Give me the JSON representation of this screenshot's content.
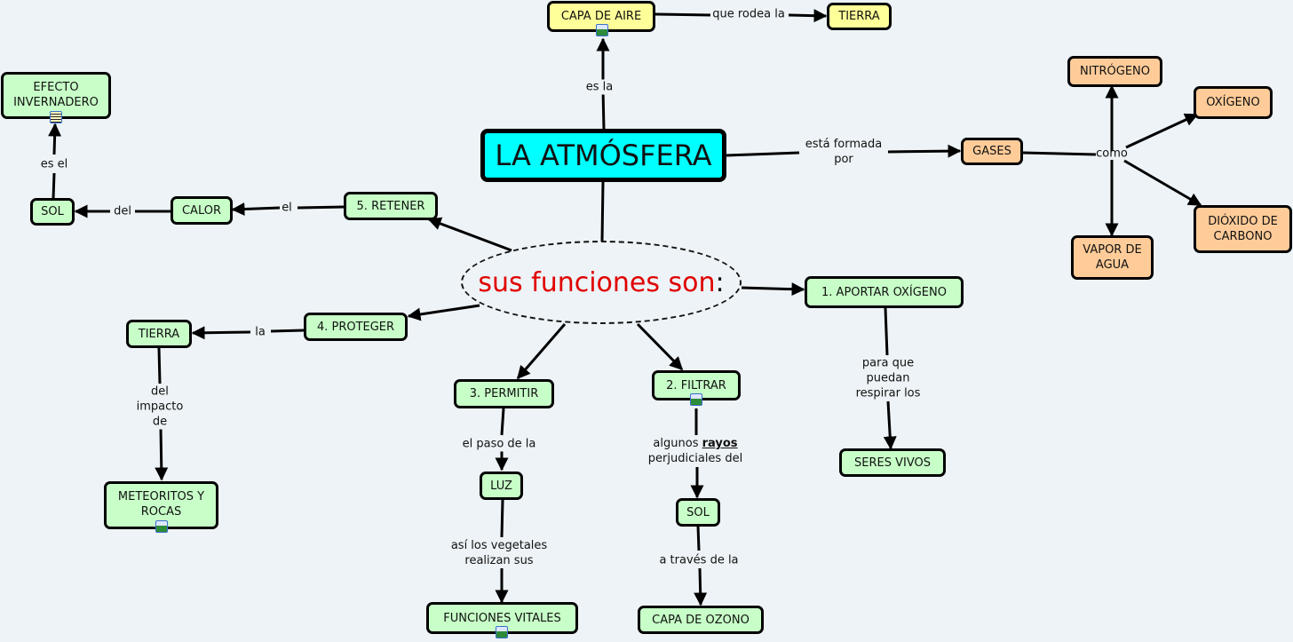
{
  "central": {
    "label": "LA ATMÓSFERA",
    "color": "#00ffff"
  },
  "functions_hub": {
    "label": "sus funciones son",
    "colon": ":",
    "text_color": "#e00000"
  },
  "colors": {
    "background": "#edf3f6",
    "function_nodes": "#c8ffc8",
    "air_nodes": "#ffff99",
    "gas_nodes": "#ffcc99"
  },
  "nodes": {
    "capa_aire": "CAPA DE AIRE",
    "tierra_top": "TIERRA",
    "gases": "GASES",
    "nitrogeno": "NITRÓGENO",
    "oxigeno": "OXÍGENO",
    "dioxido": "DIÓXIDO DE\nCARBONO",
    "vapor": "VAPOR DE\nAGUA",
    "efecto": "EFECTO\nINVERNADERO",
    "sol_left": "SOL",
    "calor": "CALOR",
    "retener": "5. RETENER",
    "proteger": "4. PROTEGER",
    "tierra_left": "TIERRA",
    "meteoritos": "METEORITOS Y\nROCAS",
    "permitir": "3. PERMITIR",
    "luz": "LUZ",
    "funciones_vitales": "FUNCIONES VITALES",
    "filtrar": "2. FILTRAR",
    "sol_mid": "SOL",
    "capa_ozono": "CAPA DE OZONO",
    "aportar": "1. APORTAR OXÍGENO",
    "seres_vivos": "SERES VIVOS"
  },
  "link_labels": {
    "es_la": "es la",
    "que_rodea": "que rodea la",
    "formada_por": "está formada\npor",
    "como": "como",
    "es_el": "es el",
    "del": "del",
    "el": "el",
    "la": "la",
    "impacto": "del\nimpacto\nde",
    "paso": "el paso de la",
    "vegetales": "así los vegetales\nrealizan sus",
    "algunos": "algunos",
    "rayos": "rayos",
    "perjudiciales": "perjudiciales del",
    "traves": "a través de la",
    "respirar": "para que\npuedan\nrespirar los"
  }
}
